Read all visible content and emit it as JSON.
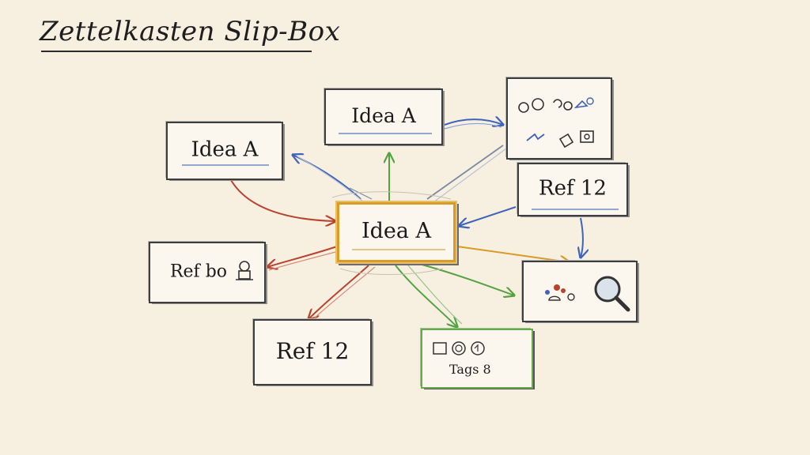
{
  "title": "Zettelkasten Slip-Box",
  "nodes": {
    "idea_left": "Idea A",
    "idea_top": "Idea A",
    "idea_center": "Idea A",
    "ref_right": "Ref 12",
    "ref_left": "Ref bo",
    "ref_bottom": "Ref 12",
    "tags": "Tags 8"
  },
  "colors": {
    "arrow_blue": "#3f63b8",
    "arrow_green": "#55a243",
    "arrow_red": "#b8432e",
    "arrow_orange": "#d99b25",
    "arrow_gray": "#7a8aa0"
  },
  "icons": [
    "sketch-icons",
    "puzzle-icon",
    "map-icon",
    "search-icon",
    "chef-icon",
    "tag-icons"
  ]
}
